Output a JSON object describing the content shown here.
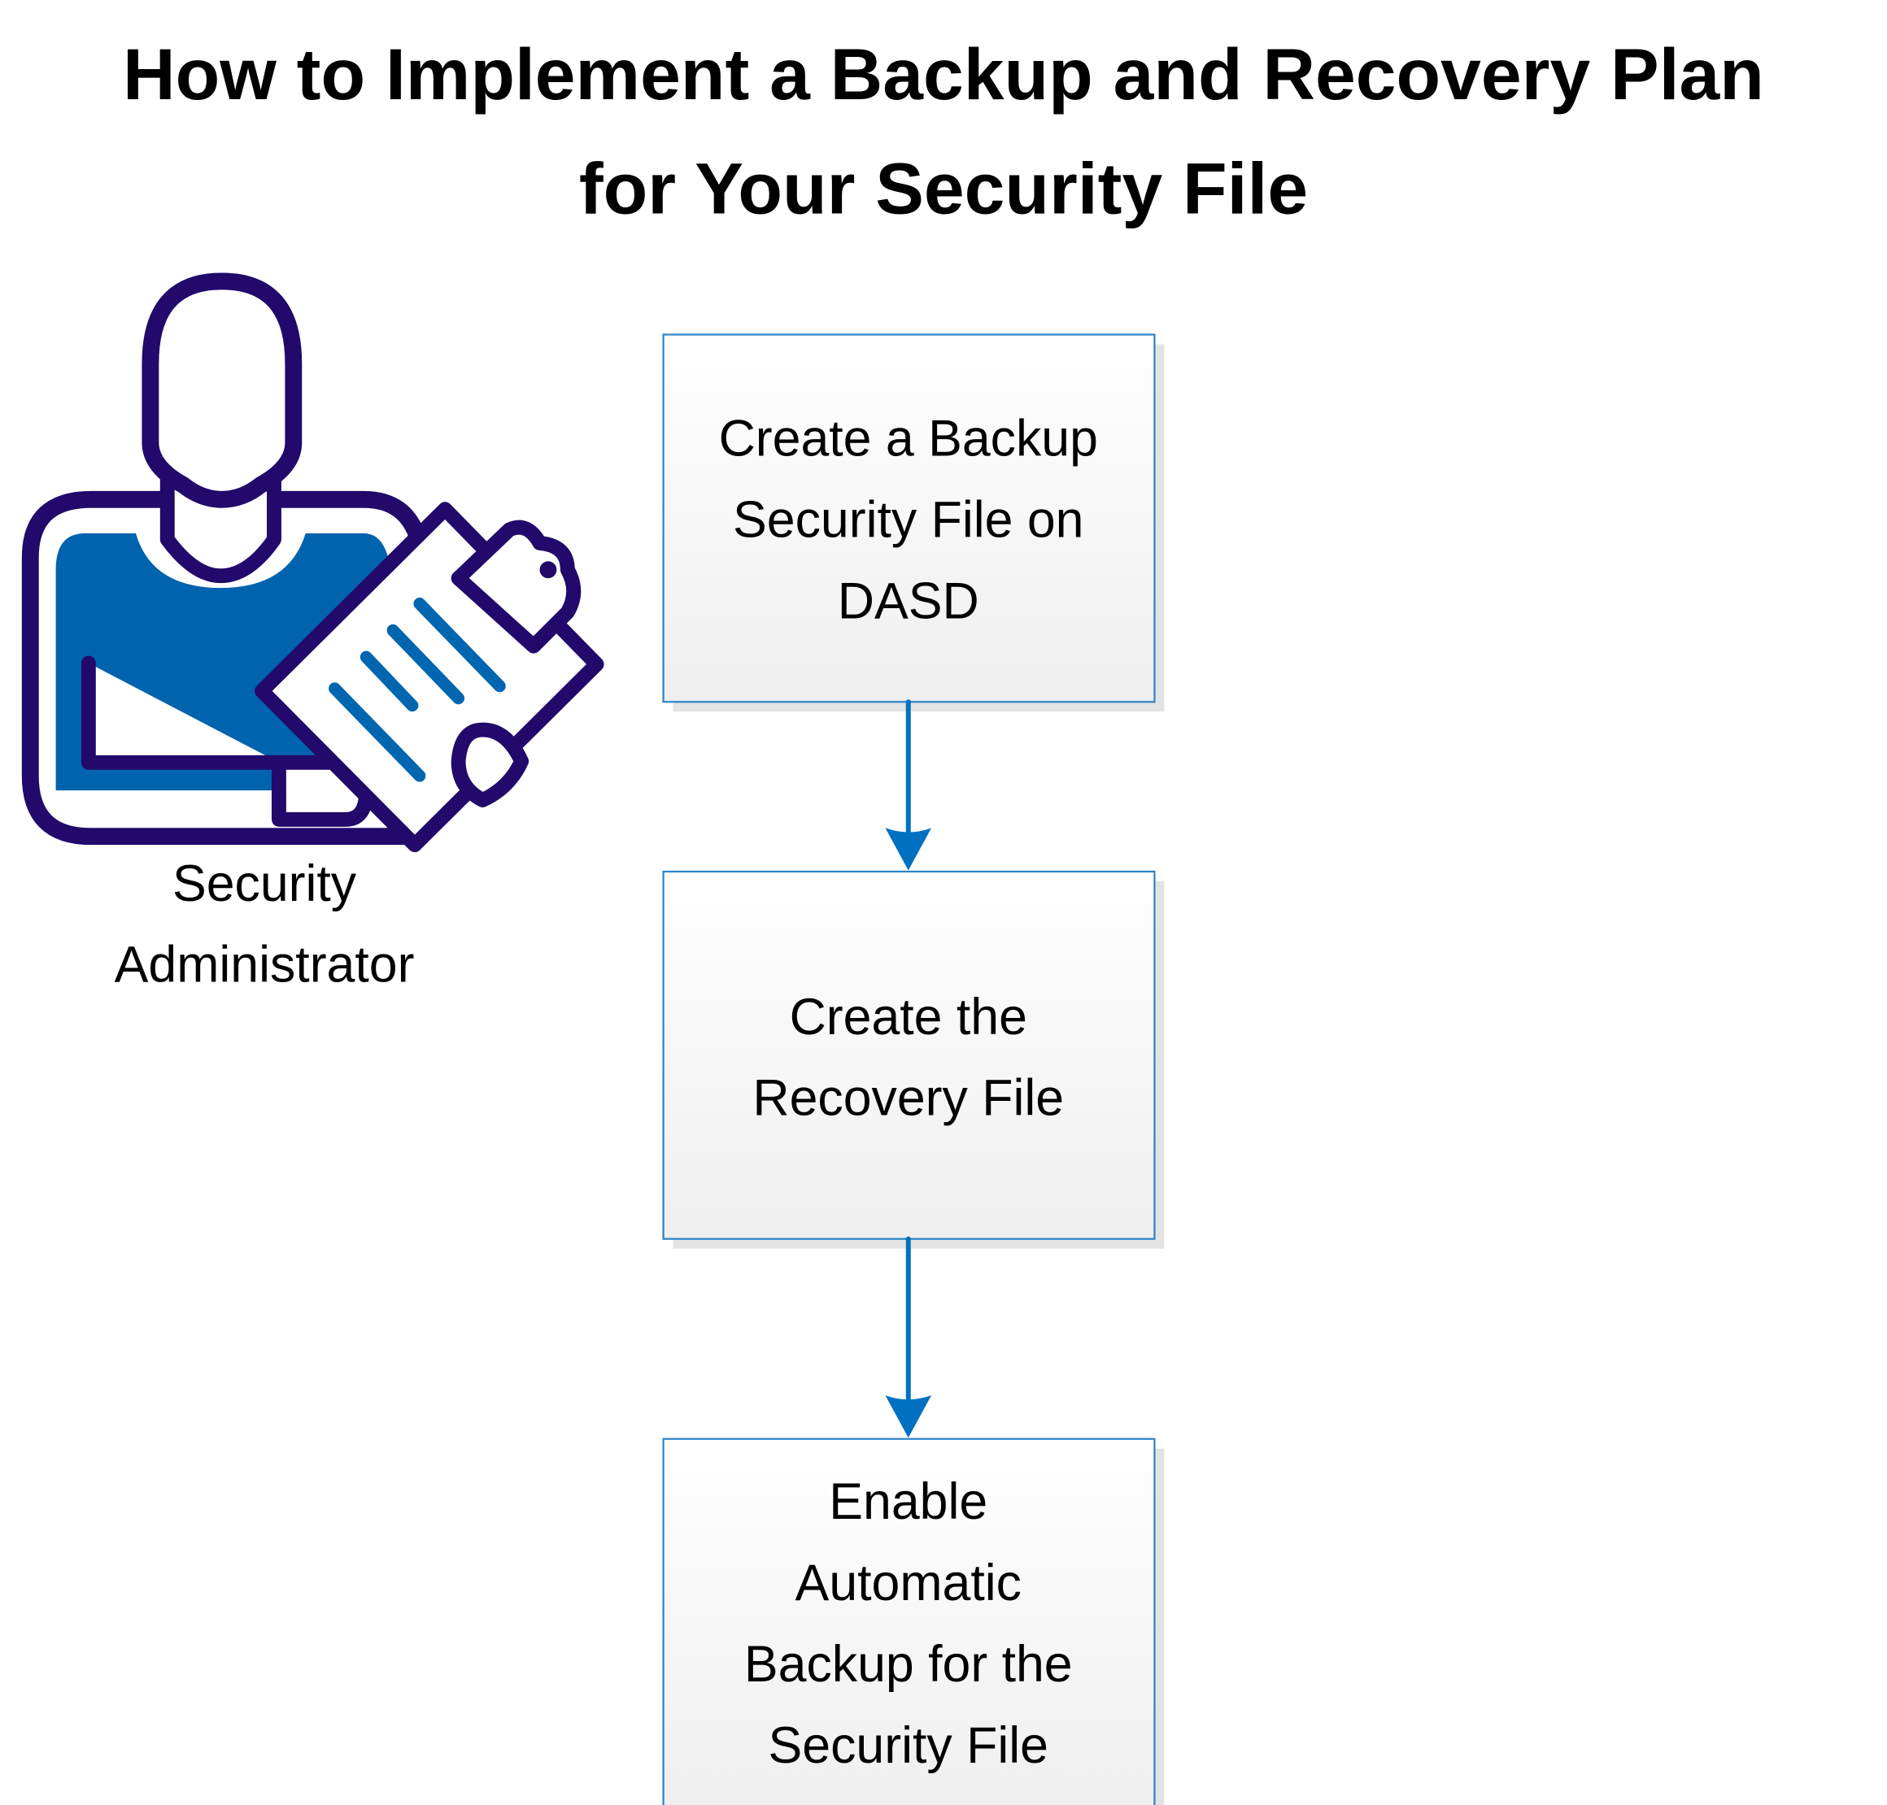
{
  "title": {
    "lines": [
      "How to Implement a Backup and Recovery Plan",
      "for Your Security File"
    ]
  },
  "actor": {
    "icon": "security-administrator-with-clipboard-icon",
    "label_lines": [
      "Security",
      "Administrator"
    ]
  },
  "steps": [
    {
      "id": "step-1",
      "lines": [
        "Create a Backup",
        "Security File on",
        "DASD"
      ]
    },
    {
      "id": "step-2",
      "lines": [
        "Create the",
        "Recovery File"
      ]
    },
    {
      "id": "step-3",
      "lines": [
        "Enable",
        "Automatic",
        "Backup for the",
        "Security File"
      ]
    }
  ],
  "connectors": [
    {
      "from": "step-1",
      "to": "step-2",
      "icon": "arrow-down-icon"
    },
    {
      "from": "step-2",
      "to": "step-3",
      "icon": "arrow-down-icon"
    }
  ],
  "colors": {
    "outline": "#22096b",
    "shirt": "#0063ae",
    "clipboard_lines": "#0066b0",
    "box_border": "#2d84c8",
    "arrow": "#0070c0",
    "box_fill_top": "#ffffff",
    "box_fill_bottom": "#efefef",
    "shadow": "#e3e3e3"
  }
}
